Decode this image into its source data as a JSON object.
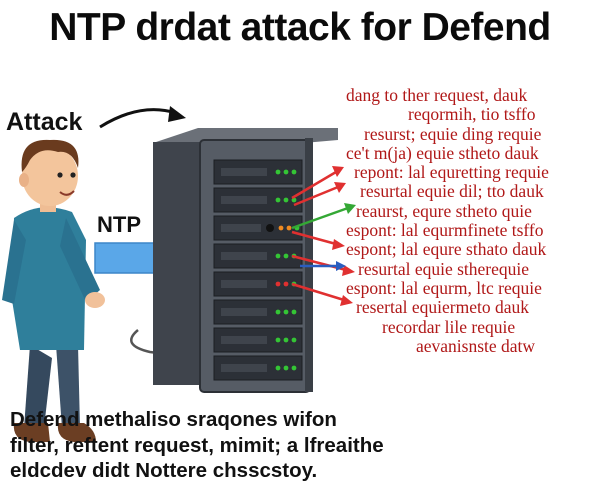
{
  "title": "NTP drdat attack for Defend",
  "labels": {
    "attack": "Attack",
    "ntp": "NTP"
  },
  "request_lines": [
    "dang to ther request, dauk",
    "reqormih, tio tsffo",
    "resurst; equie ding requie",
    "ce't m(ja) equie stheto dauk",
    "repont: lal equretting requie",
    "resurtal equie dil; tto dauk",
    "reaurst, equre stheto quie",
    "espont: lal equrmfinete tsffo",
    "espont; lal equre sthato dauk",
    "resurtal equie stherequie",
    "espont: lal equrm, ltc requie",
    "resertal equiermeto dauk",
    "recordar lile requie",
    "aevanisnste datw"
  ],
  "defend_text": [
    "Defend methaliso sraqones wifon",
    "filter, reftent request, mimit; a lfreaithe",
    "eldcdev didt Nottere chsscstoy."
  ],
  "colors": {
    "request_text": "#b01818",
    "arrow_blue": "#5aa7e8",
    "shirt": "#2f7f9b",
    "server_body": "#4a4f57",
    "led_green": "#34c535",
    "led_red": "#e03030",
    "led_orange": "#f08a20"
  },
  "icons": [
    "person-illustration",
    "server-rack-icon",
    "blue-arrow-icon",
    "curved-arrow-icon"
  ]
}
